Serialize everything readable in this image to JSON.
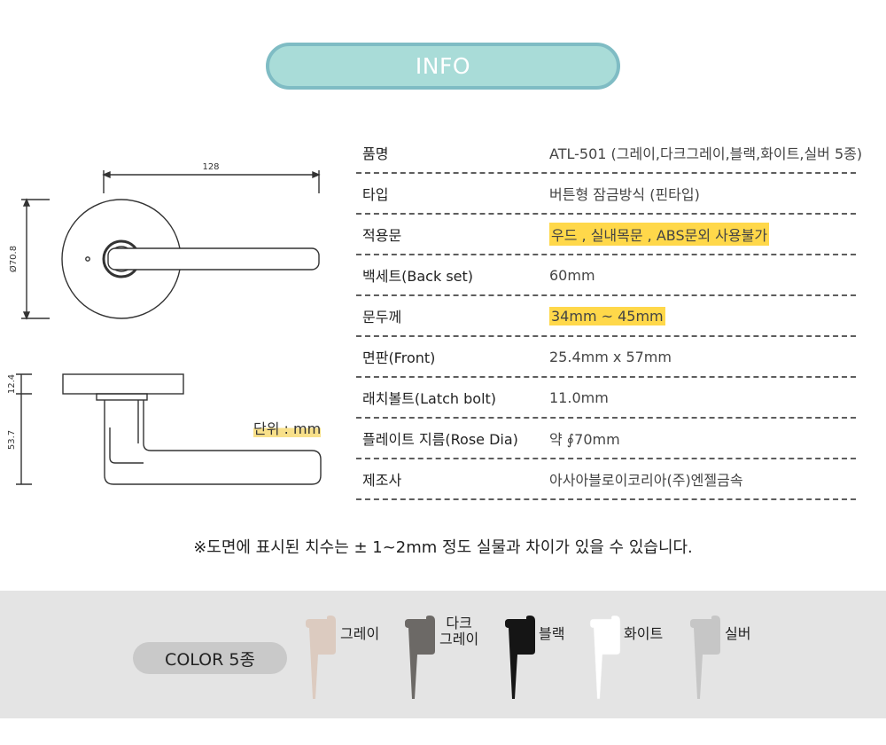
{
  "header": {
    "title": "INFO"
  },
  "drawing": {
    "top_width": "128",
    "diameter": "Ø70.8",
    "rose_thickness": "12.4",
    "lever_height": "53.7",
    "unit_label": "단위 : mm"
  },
  "specs": [
    {
      "label": "품명",
      "value": "ATL-501 (그레이,다크그레이,블랙,화이트,실버 5종)",
      "highlight": false
    },
    {
      "label": "타입",
      "value": "버튼형 잠금방식 (핀타입)",
      "highlight": false
    },
    {
      "label": "적용문",
      "value": "우드 , 실내목문 , ABS문외 사용불가",
      "highlight": true
    },
    {
      "label": "백세트(Back set)",
      "value": "60mm",
      "highlight": false
    },
    {
      "label": "문두께",
      "value": "34mm ~ 45mm",
      "highlight": true
    },
    {
      "label": "면판(Front)",
      "value": "25.4mm x 57mm",
      "highlight": false
    },
    {
      "label": "래치볼트(Latch bolt)",
      "value": "11.0mm",
      "highlight": false
    },
    {
      "label": "플레이트 지름(Rose Dia)",
      "value": "약 ∮70mm",
      "highlight": false
    },
    {
      "label": "제조사",
      "value": "아사아블로이코리아(주)엔젤금속",
      "highlight": false
    }
  ],
  "note": "※도면에 표시된 치수는 ± 1~2mm 정도 실물과 차이가 있을 수 있습니다.",
  "colors": {
    "title": "COLOR 5종",
    "items": [
      {
        "name": "그레이",
        "hex": "#dccbc0"
      },
      {
        "name": "다크\n그레이",
        "hex": "#6c6966"
      },
      {
        "name": "블랙",
        "hex": "#151515"
      },
      {
        "name": "화이트",
        "hex": "#ffffff"
      },
      {
        "name": "실버",
        "hex": "#c6c6c6"
      }
    ]
  }
}
